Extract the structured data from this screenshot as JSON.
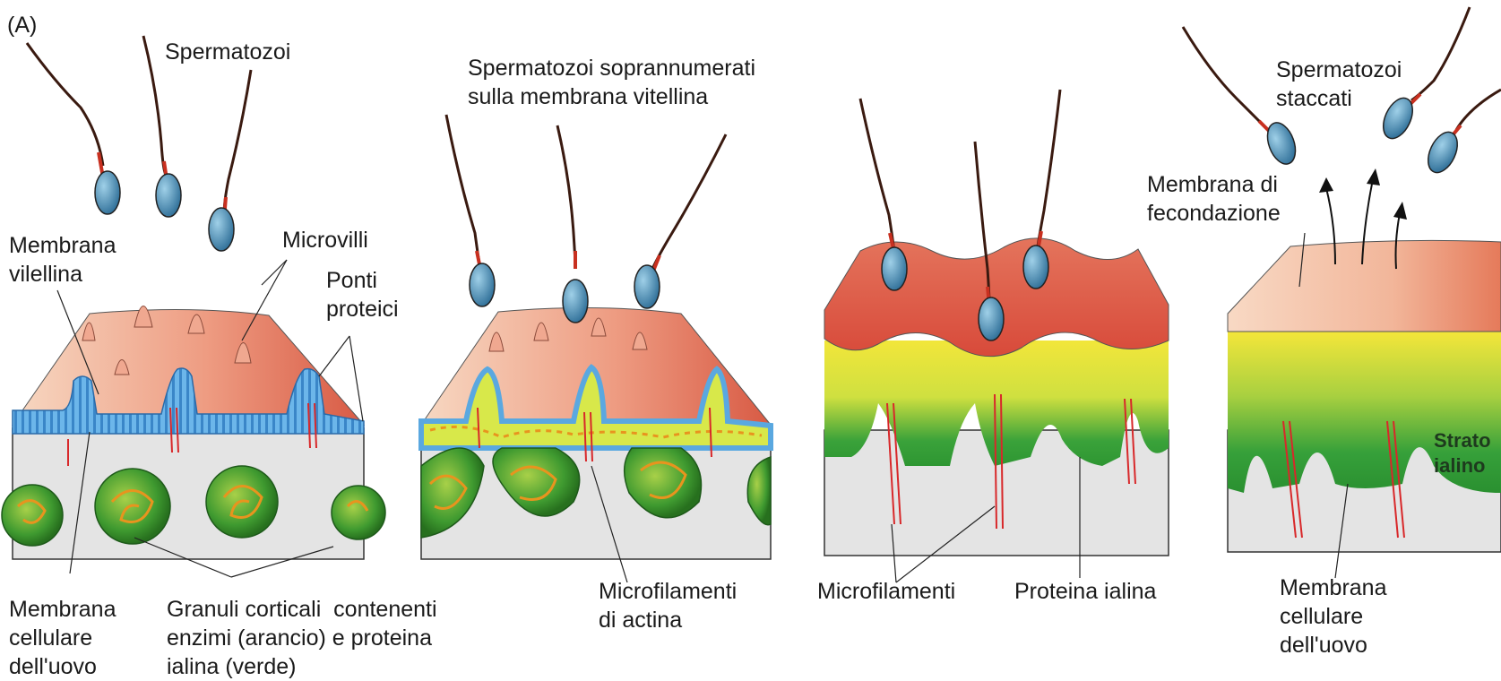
{
  "figure_tag": "(A)",
  "labels": {
    "spermatozoi": "Spermatozoi",
    "membrana_vitellina_1": "Membrana\nvilellina",
    "microvilli": "Microvilli",
    "ponti_proteici": "Ponti\nproteici",
    "membrana_cellulare_1": "Membrana\ncellulare\ndell'uovo",
    "granuli_corticali": "Granuli corticali  contenenti\nenzimi (arancio) e proteina\nialina (verde)",
    "soprannumerati": "Spermatozoi soprannumerati\nsulla membrana vitellina",
    "microfilamenti_actina": "Microfilamenti\ndi actina",
    "microfilamenti": "Microfilamenti",
    "proteina_ialina": "Proteina ialina",
    "staccati": "Spermatozoi\nstaccati",
    "membrana_fecondazione": "Membrana di\nfecondazione",
    "membrana_cellulare_4": "Membrana\ncellulare\ndell'uovo",
    "strato_ialino": "Strato\nialino"
  },
  "colors": {
    "vitelline_light": "#f5cdb5",
    "vitelline_dark": "#dc6a50",
    "membrane_blue": "#5aa8e0",
    "cytoplasm": "#e6e6e6",
    "granule_green": "#3c9a30",
    "granule_orange": "#e8941e",
    "hyaline_green": "#3aa03c",
    "yellow": "#f2e43a",
    "actin_red": "#d8282a",
    "sperm_head": "#4f93b8",
    "sperm_tail": "#3a1a10"
  }
}
